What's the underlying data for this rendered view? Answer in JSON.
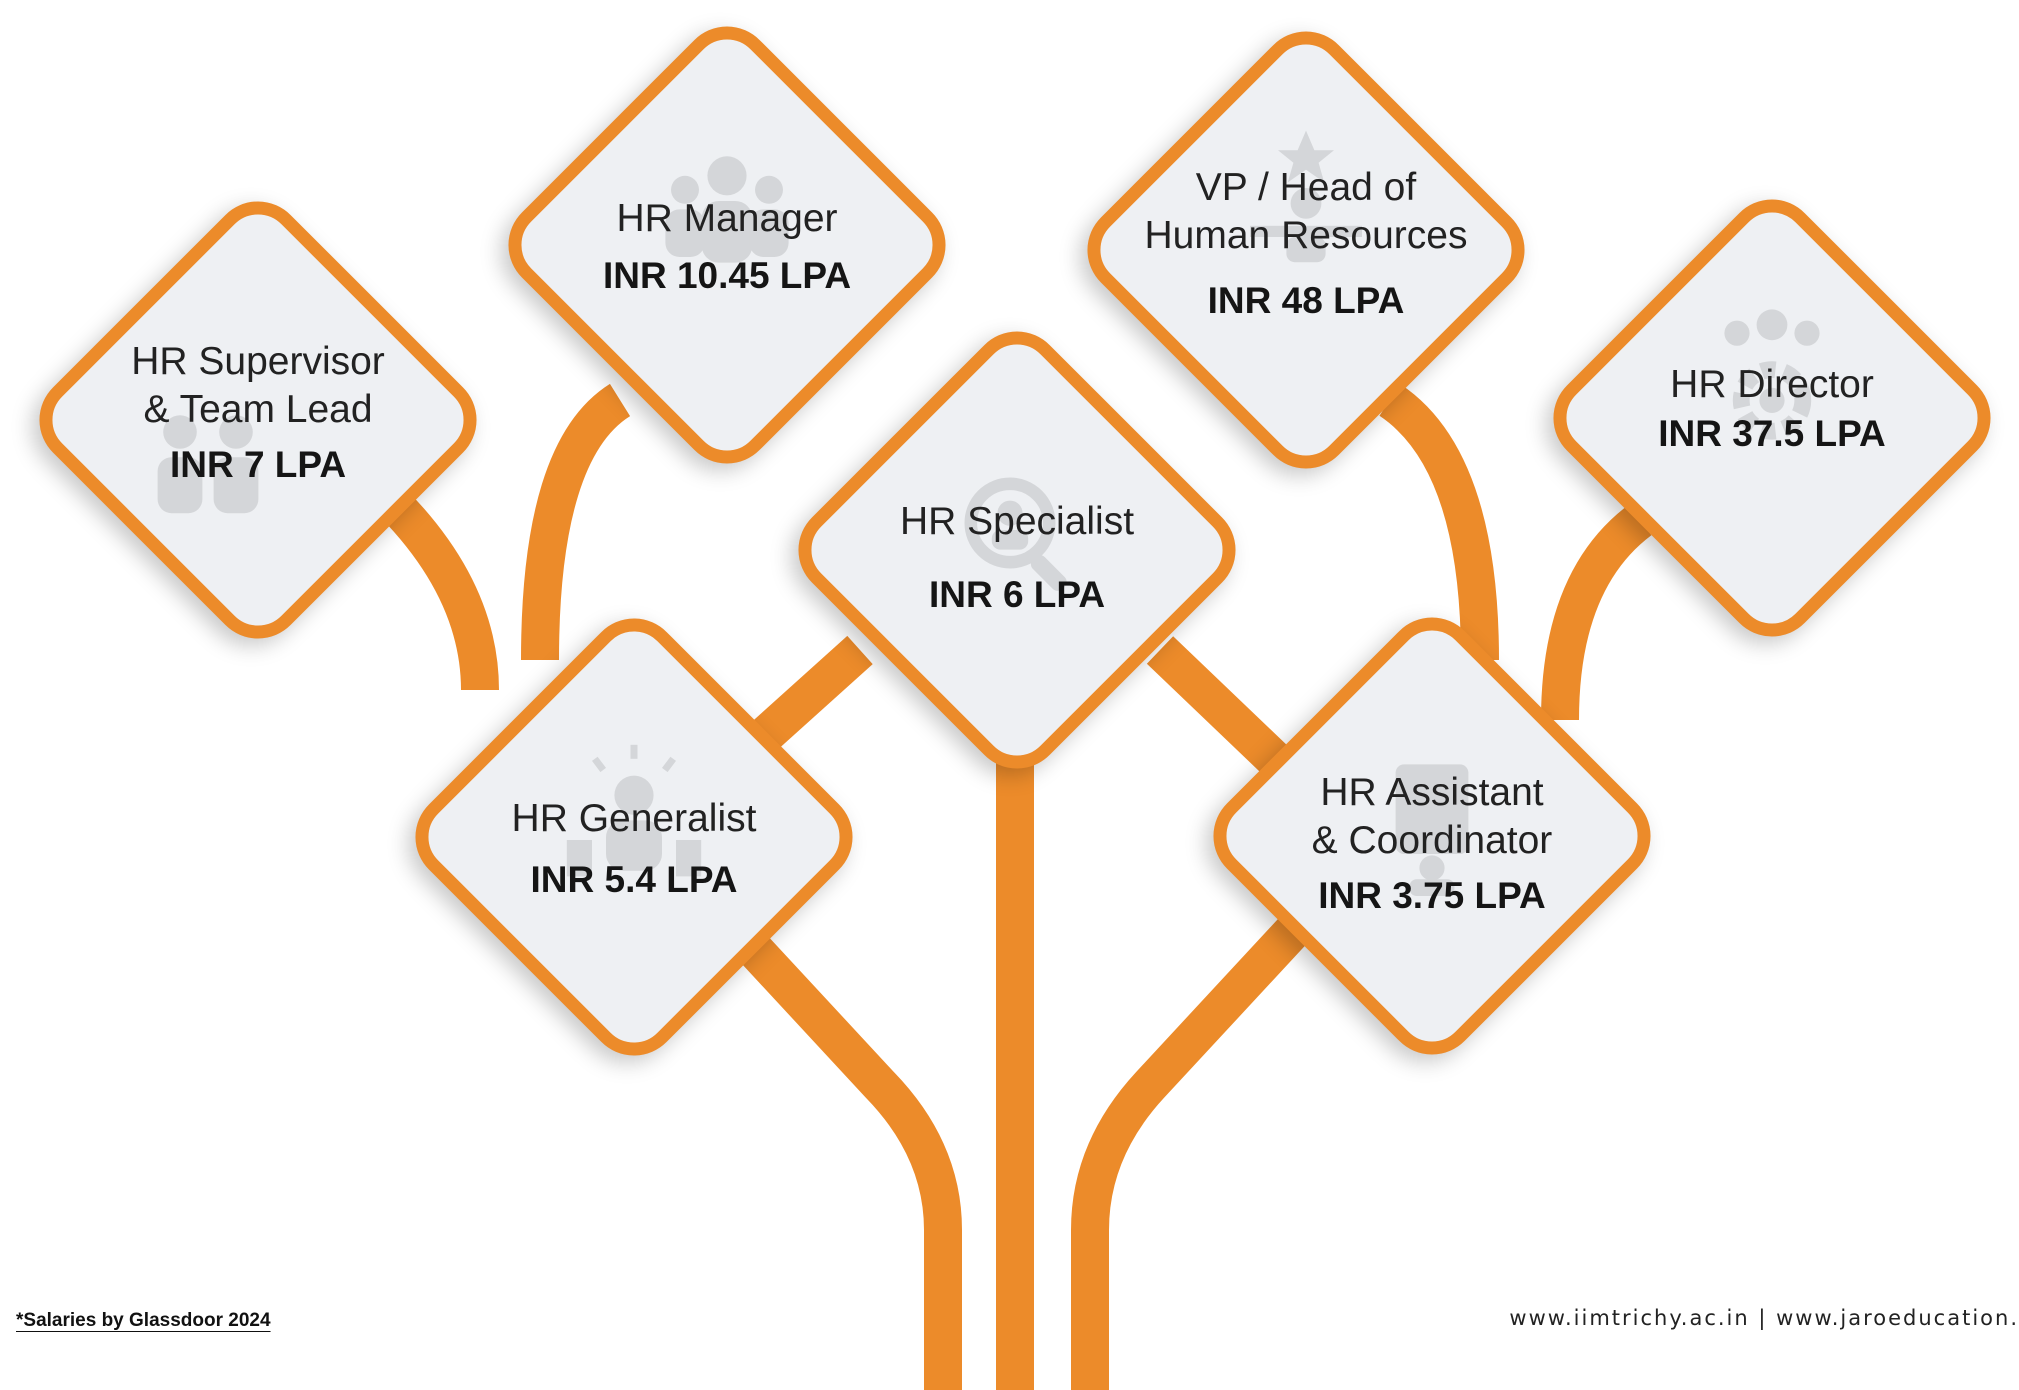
{
  "theme": {
    "accent_color": "#ec8b2a",
    "card_color": "#eef0f3",
    "text_color": "#222222"
  },
  "roles": [
    {
      "title": "HR Supervisor\n& Team Lead",
      "salary": "INR 7 LPA",
      "icon": "people-icon"
    },
    {
      "title": "HR Manager",
      "salary": "INR 10.45 LPA",
      "icon": "team-group-icon"
    },
    {
      "title": "HR Specialist",
      "salary": "INR 6 LPA",
      "icon": "magnifier-person-icon"
    },
    {
      "title": "VP / Head of\nHuman Resources",
      "salary": "INR 48 LPA",
      "icon": "star-leader-icon"
    },
    {
      "title": "HR Director",
      "salary": "INR 37.5 LPA",
      "icon": "gear-people-icon"
    },
    {
      "title": "HR Generalist",
      "salary": "INR 5.4 LPA",
      "icon": "lightbulb-person-icon"
    },
    {
      "title": "HR Assistant\n& Coordinator",
      "salary": "INR 3.75 LPA",
      "icon": "document-person-icon"
    }
  ],
  "footnote": "*Salaries by Glassdoor 2024",
  "website": "www.iimtrichy.ac.in | www.jaroeducation."
}
